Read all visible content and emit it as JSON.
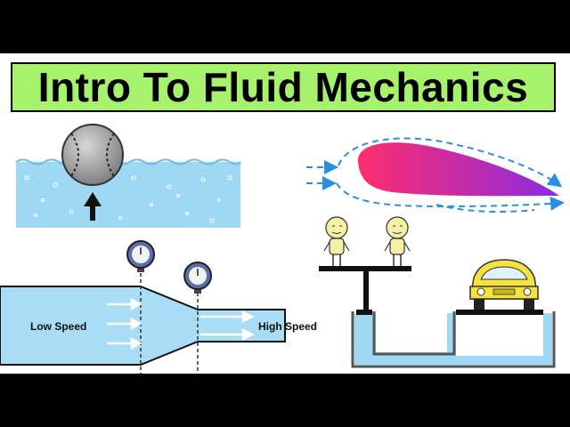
{
  "title": "Intro To Fluid Mechanics",
  "venturi": {
    "low_label": "Low Speed",
    "high_label": "High Speed"
  },
  "colors": {
    "background": "#ffffff",
    "frame": "#000000",
    "title_bg": "#a6f26c",
    "water": "#9fd8f2",
    "pipe_fluid": "#a9dcf5",
    "airfoil_start": "#ff2d6d",
    "airfoil_end": "#8a2be2",
    "streamline": "#2a8fe0",
    "car": "#f5e23a"
  },
  "icons": [
    "baseball-icon",
    "up-arrow-icon",
    "pressure-gauge-icon",
    "cartoon-person-icon",
    "car-icon",
    "airfoil-icon"
  ]
}
